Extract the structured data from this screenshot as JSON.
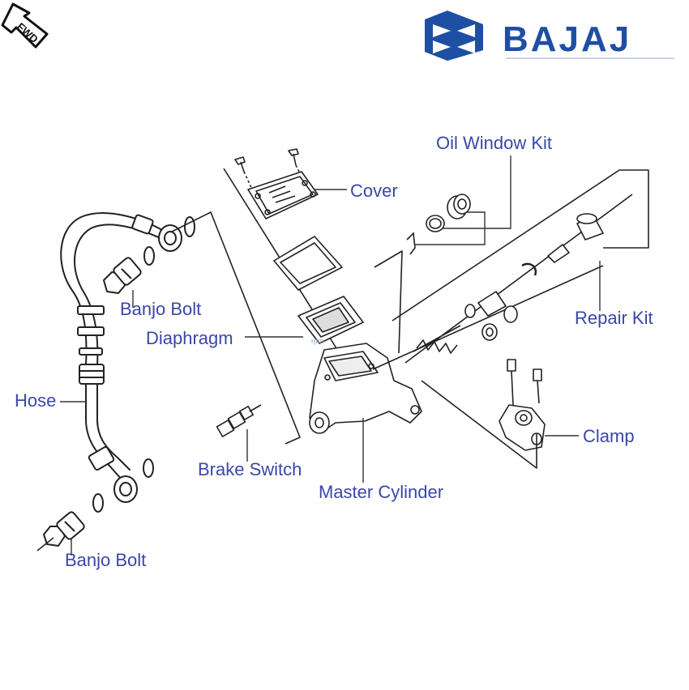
{
  "brand": {
    "name": "BAJAJ",
    "color": "#1f4fa3",
    "icon": "bajaj-hexagon-logo-icon"
  },
  "fwd": {
    "text": "FWD",
    "icon": "forward-arrow-icon"
  },
  "watermark": {
    "text": "rpm"
  },
  "colors": {
    "label": "#3a47a8",
    "line": "#222222"
  },
  "labels": {
    "oil_window_kit": "Oil Window Kit",
    "cover": "Cover",
    "repair_kit": "Repair Kit",
    "banjo_bolt_upper": "Banjo Bolt",
    "diaphragm": "Diaphragm",
    "hose": "Hose",
    "clamp": "Clamp",
    "brake_switch": "Brake Switch",
    "master_cylinder": "Master Cylinder",
    "banjo_bolt_lower": "Banjo Bolt"
  }
}
